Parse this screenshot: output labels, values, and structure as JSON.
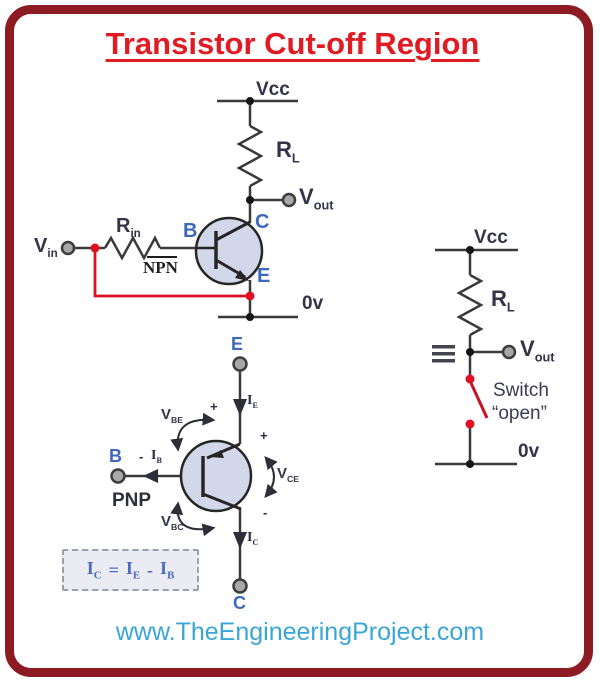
{
  "title": "Transistor Cut-off Region",
  "footer": {
    "website": "www.TheEngineeringProject.com"
  },
  "colors": {
    "frame_border": "#8c1b23",
    "title_red": "#e01b24",
    "wire_dark": "#3a3a3a",
    "wire_red": "#dd1122",
    "label_blue": "#3e68bc",
    "label_dark": "#343449",
    "transistor_fill": "#d2d8e9",
    "equation_blue": "#4a6cc0",
    "website_blue": "#3aa6d8"
  },
  "npn_circuit": {
    "vcc": "Vcc",
    "r_load": {
      "main": "R",
      "sub": "L"
    },
    "v_out": {
      "main": "V",
      "sub": "out"
    },
    "v_in": {
      "main": "V",
      "sub": "in"
    },
    "r_in": {
      "main": "R",
      "sub": "in"
    },
    "base": "B",
    "collector": "C",
    "emitter": "E",
    "type": "NPN",
    "ground": "0v"
  },
  "pnp_diagram": {
    "emitter": "E",
    "base": "B",
    "collector": "C",
    "type": "PNP",
    "i_e": {
      "main": "I",
      "sub": "E"
    },
    "i_b": {
      "main": "I",
      "sub": "B"
    },
    "i_c": {
      "main": "I",
      "sub": "C"
    },
    "v_be": {
      "main": "V",
      "sub": "BE"
    },
    "v_bc": {
      "main": "V",
      "sub": "BC"
    },
    "v_ce": {
      "main": "V",
      "sub": "CE"
    },
    "sign_plus_top": "+",
    "sign_plus_right": "+",
    "sign_minus_right": "-",
    "sign_minus_ib": "-"
  },
  "equation": {
    "i_c": {
      "main": "I",
      "sub": "C"
    },
    "equals": "=",
    "i_e": {
      "main": "I",
      "sub": "E"
    },
    "minus": "-",
    "i_b": {
      "main": "I",
      "sub": "B"
    }
  },
  "switch_circuit": {
    "vcc": "Vcc",
    "r_load": {
      "main": "R",
      "sub": "L"
    },
    "v_out": {
      "main": "V",
      "sub": "out"
    },
    "switch_label": "Switch",
    "switch_state": "“open”",
    "ground": "0v"
  }
}
